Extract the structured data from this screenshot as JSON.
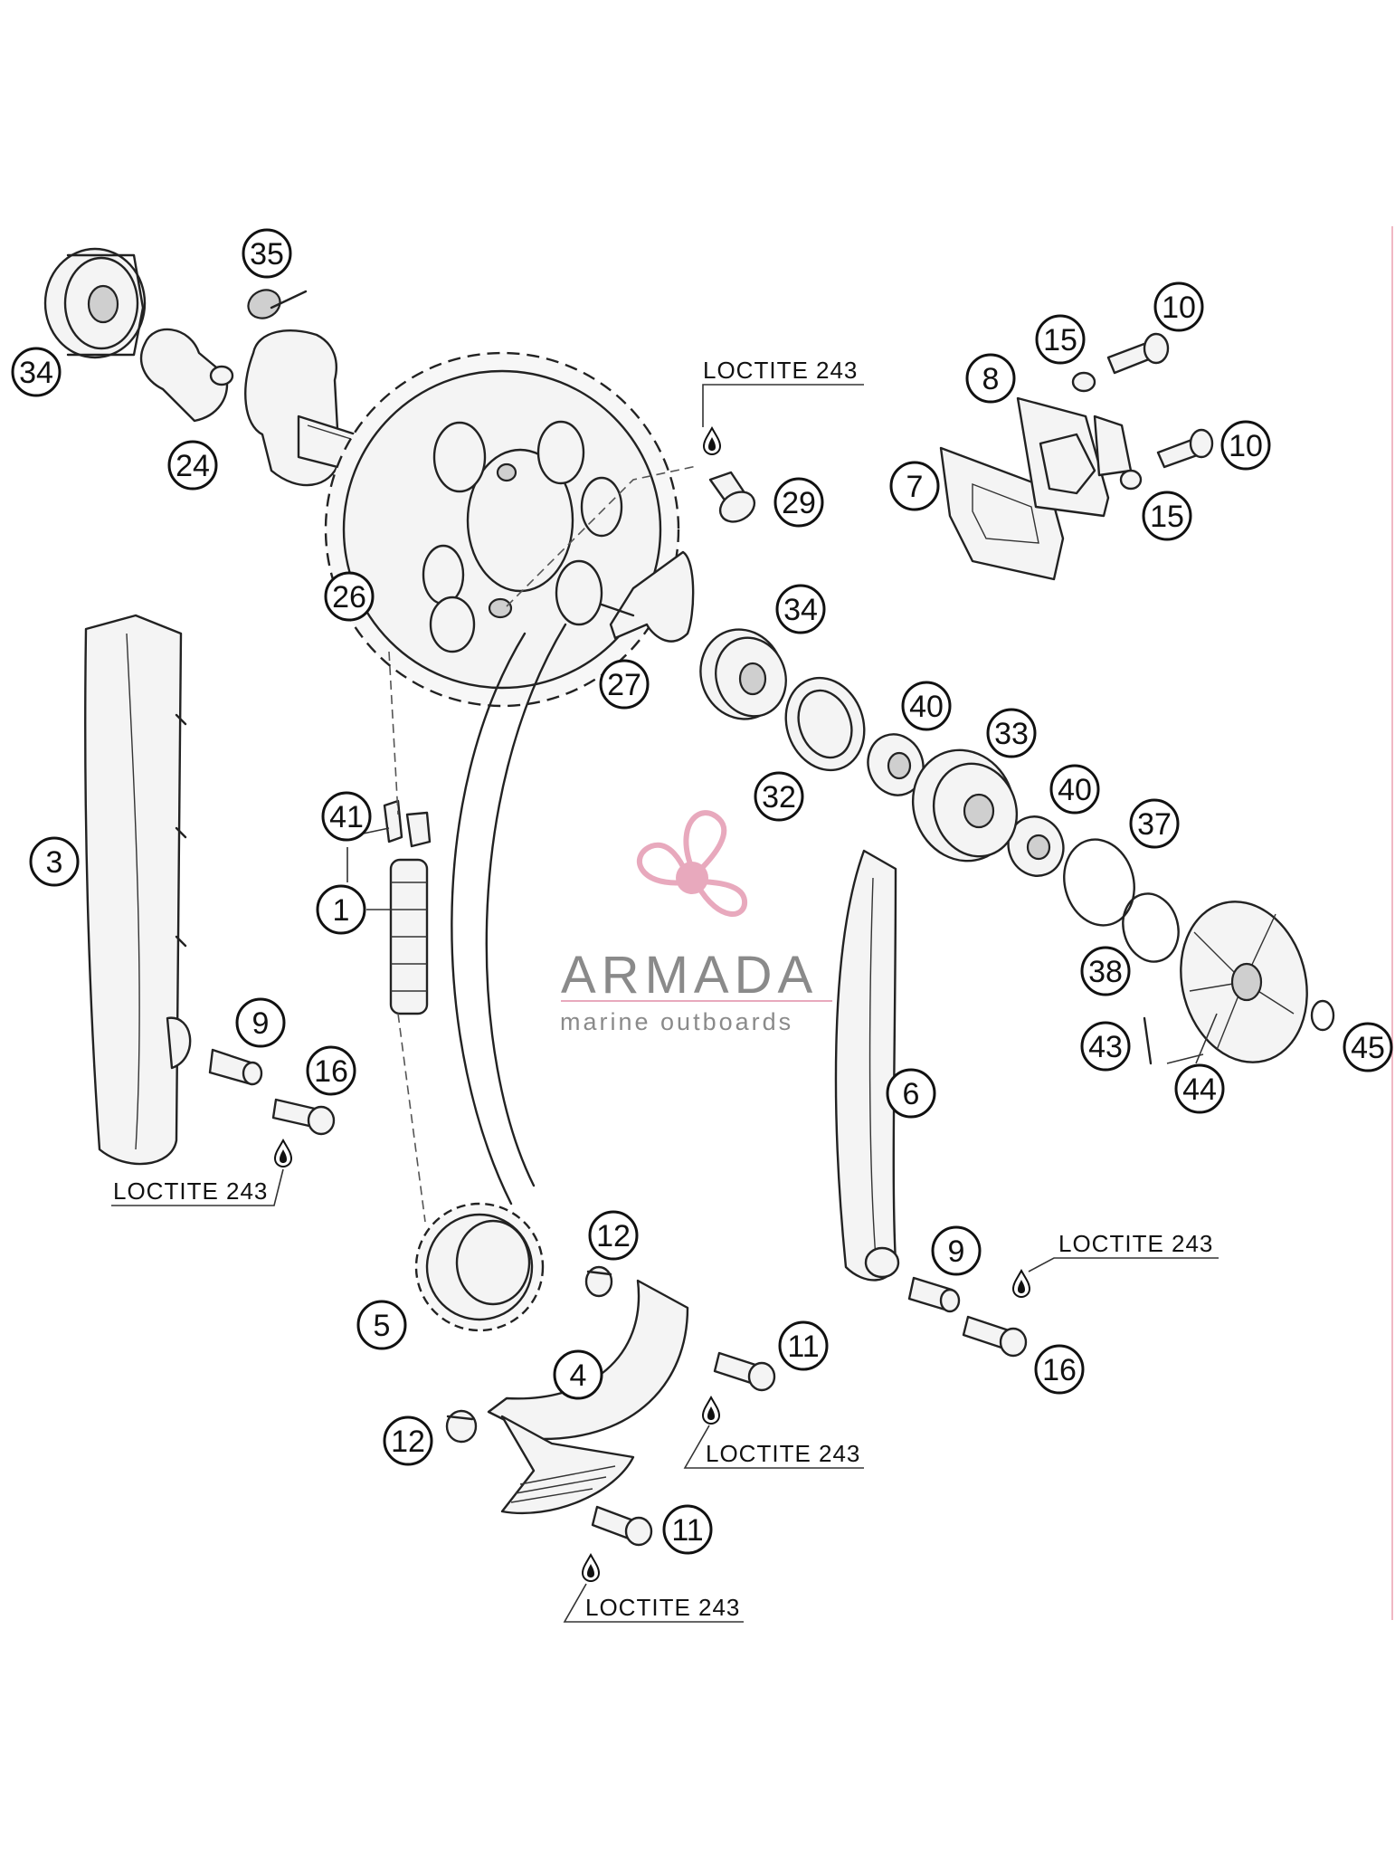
{
  "diagram": {
    "callouts": [
      {
        "id": "c34a",
        "label": "34"
      },
      {
        "id": "c35",
        "label": "35"
      },
      {
        "id": "c24",
        "label": "24"
      },
      {
        "id": "c26",
        "label": "26"
      },
      {
        "id": "c29",
        "label": "29"
      },
      {
        "id": "c27",
        "label": "27"
      },
      {
        "id": "c10a",
        "label": "10"
      },
      {
        "id": "c15a",
        "label": "15"
      },
      {
        "id": "c8",
        "label": "8"
      },
      {
        "id": "c10b",
        "label": "10"
      },
      {
        "id": "c7",
        "label": "7"
      },
      {
        "id": "c15b",
        "label": "15"
      },
      {
        "id": "c34b",
        "label": "34"
      },
      {
        "id": "c40a",
        "label": "40"
      },
      {
        "id": "c33",
        "label": "33"
      },
      {
        "id": "c32",
        "label": "32"
      },
      {
        "id": "c40b",
        "label": "40"
      },
      {
        "id": "c37",
        "label": "37"
      },
      {
        "id": "c38",
        "label": "38"
      },
      {
        "id": "c43",
        "label": "43"
      },
      {
        "id": "c44",
        "label": "44"
      },
      {
        "id": "c45",
        "label": "45"
      },
      {
        "id": "c3",
        "label": "3"
      },
      {
        "id": "c41",
        "label": "41"
      },
      {
        "id": "c1",
        "label": "1"
      },
      {
        "id": "c9a",
        "label": "9"
      },
      {
        "id": "c16a",
        "label": "16"
      },
      {
        "id": "c6",
        "label": "6"
      },
      {
        "id": "c12a",
        "label": "12"
      },
      {
        "id": "c9b",
        "label": "9"
      },
      {
        "id": "c5",
        "label": "5"
      },
      {
        "id": "c4",
        "label": "4"
      },
      {
        "id": "c11a",
        "label": "11"
      },
      {
        "id": "c16b",
        "label": "16"
      },
      {
        "id": "c12b",
        "label": "12"
      },
      {
        "id": "c11b",
        "label": "11"
      }
    ],
    "notes": [
      {
        "id": "n1",
        "text": "LOCTITE 243"
      },
      {
        "id": "n2",
        "text": "LOCTITE 243"
      },
      {
        "id": "n3",
        "text": "LOCTITE 243"
      },
      {
        "id": "n4",
        "text": "LOCTITE 243"
      },
      {
        "id": "n5",
        "text": "LOCTITE 243"
      }
    ]
  },
  "watermark": {
    "name": "ARMADA",
    "tagline": "marine outboards",
    "color": "#e8a9bd"
  }
}
